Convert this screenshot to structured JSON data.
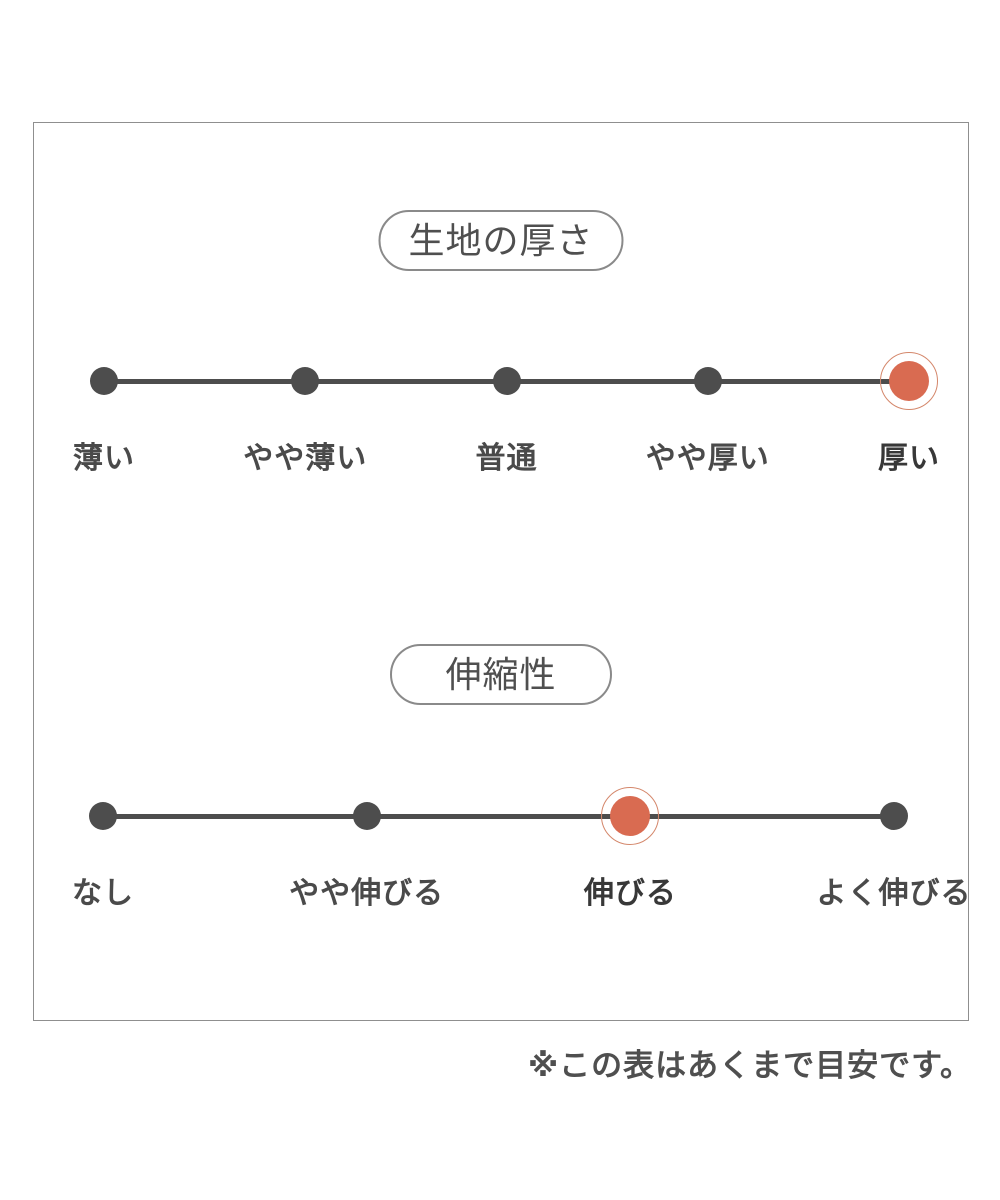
{
  "colors": {
    "accent": "#d96b51",
    "accent_ring": "#d4876b",
    "line": "#4d4d4d",
    "text": "#4a4a4a"
  },
  "footnote": "※この表はあくまで目安です。",
  "scales": [
    {
      "name": "fabric-thickness",
      "title": "生地の厚さ",
      "labels": [
        "薄い",
        "やや薄い",
        "普通",
        "やや厚い",
        "厚い"
      ],
      "selected_index": 4,
      "selected_label": "厚い"
    },
    {
      "name": "stretchiness",
      "title": "伸縮性",
      "labels": [
        "なし",
        "やや伸びる",
        "伸びる",
        "よく伸びる"
      ],
      "selected_index": 2,
      "selected_label": "伸びる"
    }
  ],
  "chart_data": [
    {
      "type": "scatter",
      "title": "生地の厚さ",
      "categories": [
        "薄い",
        "やや薄い",
        "普通",
        "やや厚い",
        "厚い"
      ],
      "selected": "厚い",
      "selected_index": 4,
      "scale_points": 5,
      "legend_position": "none",
      "grid": false
    },
    {
      "type": "scatter",
      "title": "伸縮性",
      "categories": [
        "なし",
        "やや伸びる",
        "伸びる",
        "よく伸びる"
      ],
      "selected": "伸びる",
      "selected_index": 2,
      "scale_points": 4,
      "legend_position": "none",
      "grid": false
    }
  ]
}
